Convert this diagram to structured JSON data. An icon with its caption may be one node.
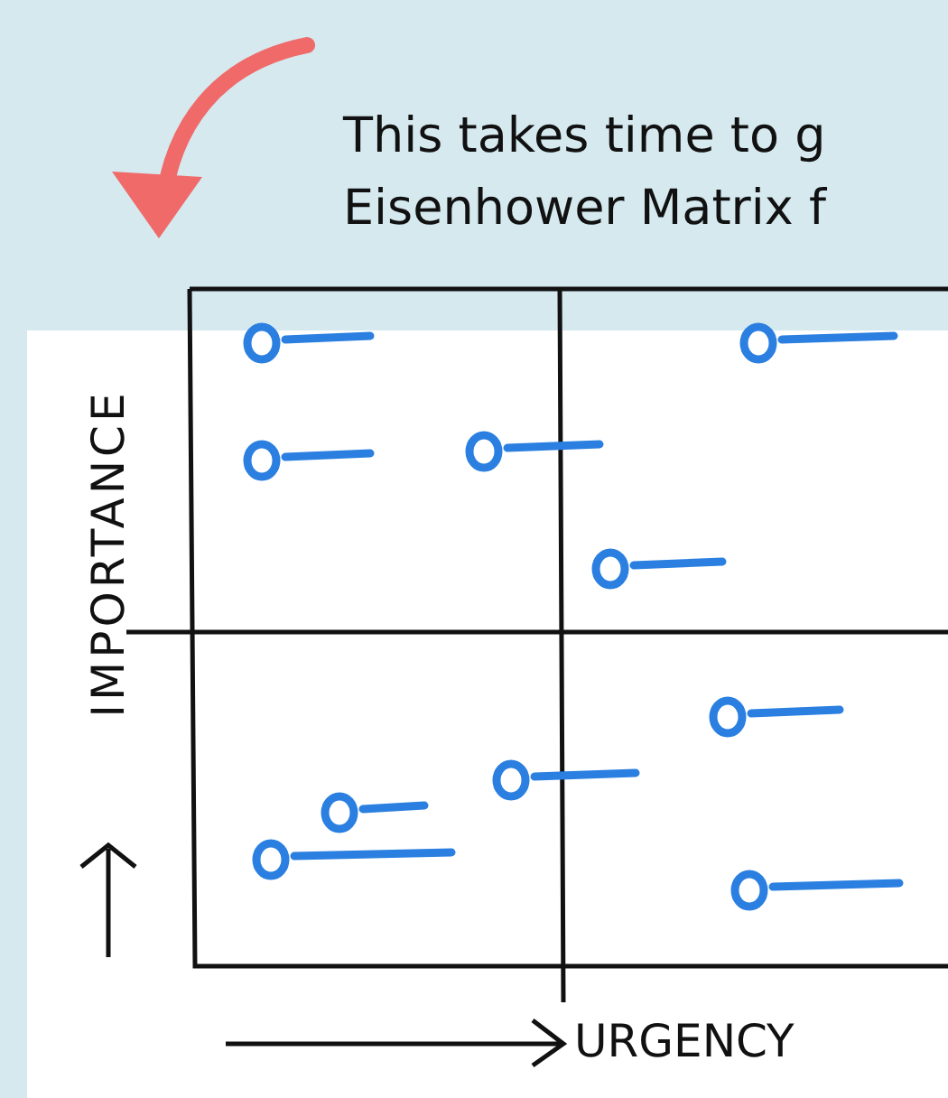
{
  "diagram": {
    "labels": [
      "This takes time to g",
      "Eisenhower Matrix f",
      "IMPORTANCE",
      "URGENCY"
    ]
  }
}
